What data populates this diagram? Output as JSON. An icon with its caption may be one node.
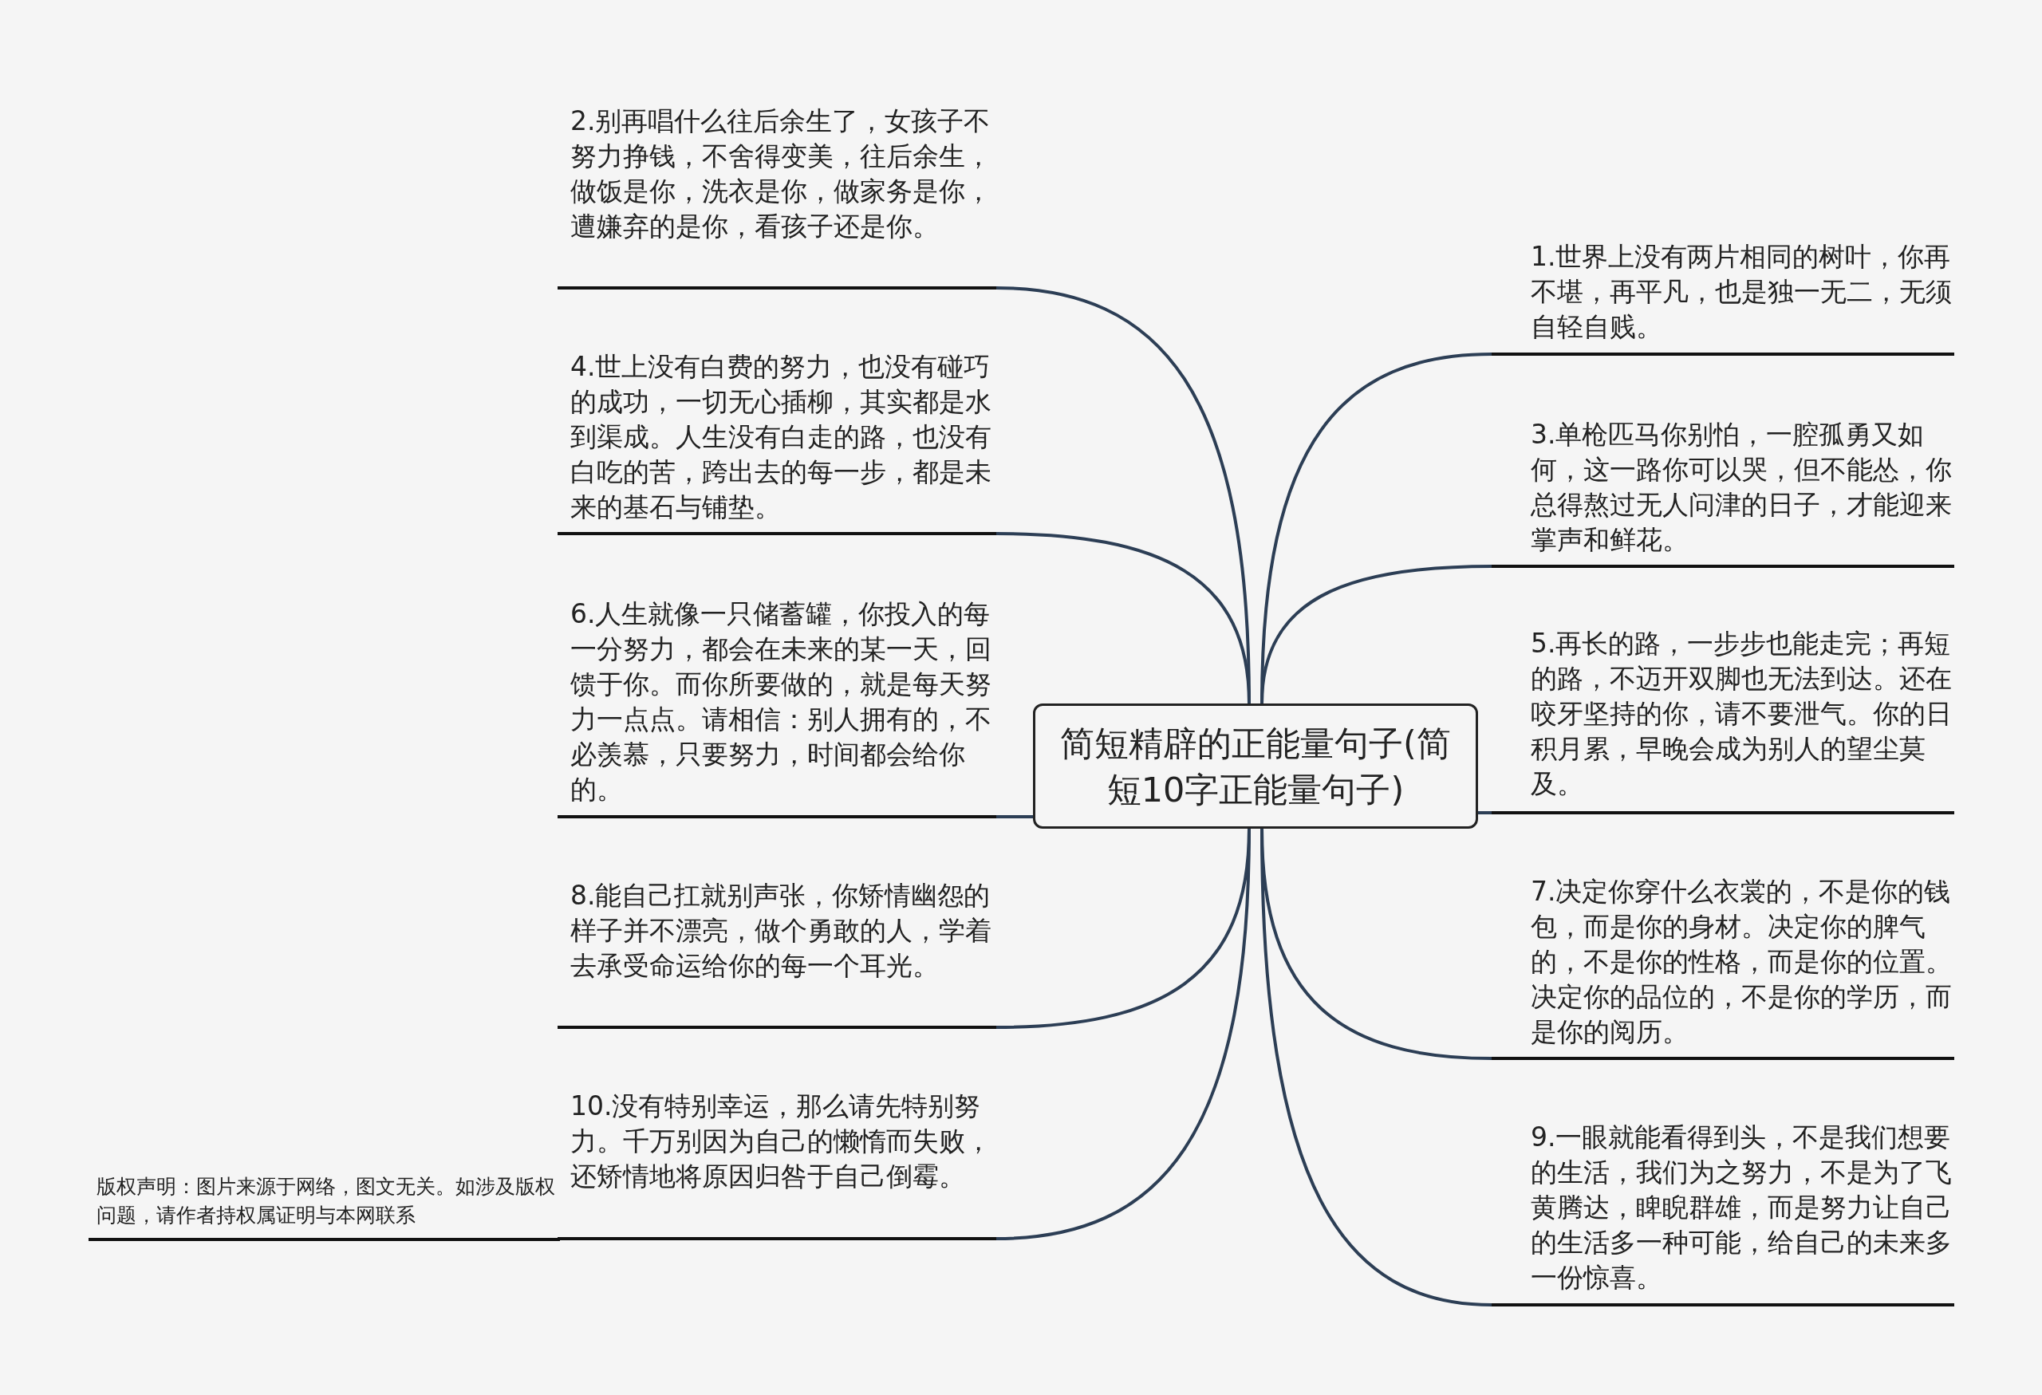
{
  "diagram": {
    "nodes": [
      {
        "text": [
          "简短精辟的正能量句子(简短10字正能量句子)"
        ]
      },
      {
        "text": [
          "1.世界上没有两片相同的树叶，你再不堪，再平凡，也是独一无二，无须自轻自贱。"
        ]
      },
      {
        "text": [
          "2.别再唱什么往后余生了，女孩子不努力挣钱，不舍得变美，往后余生，做饭是你，洗衣是你，做家务是你，遭嫌弃的是你，看孩子还是你。"
        ]
      },
      {
        "text": [
          "3.单枪匹马你别怕，一腔孤勇又如何，这一路你可以哭，但不能怂，你总得熬过无人问津的日子，才能迎来掌声和鲜花。"
        ]
      },
      {
        "text": [
          "4.世上没有白费的努力，也没有碰巧的成功，一切无心插柳，其实都是水到渠成。人生没有白走的路，也没有白吃的苦，跨出去的每一步，都是未来的基石与铺垫。"
        ]
      },
      {
        "text": [
          "5.再长的路，一步步也能走完；再短的路，不迈开双脚也无法到达。还在咬牙坚持的你，请不要泄气。你的日积月累，早晚会成为别人的望尘莫及。"
        ]
      },
      {
        "text": [
          "6.人生就像一只储蓄罐，你投入的每一分努力，都会在未来的某一天，回馈于你。而你所要做的，就是每天努力一点点。请相信：别人拥有的，不必羡慕，只要努力，时间都会给你的。"
        ]
      },
      {
        "text": [
          "7.决定你穿什么衣裳的，不是你的钱包，而是你的身材。决定你的脾气的，不是你的性格，而是你的位置。决定你的品位的，不是你的学历，而是你的阅历。"
        ]
      },
      {
        "text": [
          "8.能自己扛就别声张，你矫情幽怨的样子并不漂亮，做个勇敢的人，学着去承受命运给你的每一个耳光。"
        ]
      },
      {
        "text": [
          "9.一眼就能看得到头，不是我们想要的生活，我们为之努力，不是为了飞黄腾达，睥睨群雄，而是努力让自己的生活多一种可能，给自己的未来多一份惊喜。"
        ]
      },
      {
        "text": [
          "10.没有特别幸运，那么请先特别努力。千万别因为自己的懒惰而失败，还矫情地将原因归咎于自己倒霉。"
        ]
      }
    ],
    "edges": [
      {
        "from": 0,
        "to": 1,
        "arrow": "none"
      },
      {
        "from": 0,
        "to": 2,
        "arrow": "none"
      },
      {
        "from": 0,
        "to": 3,
        "arrow": "none"
      },
      {
        "from": 0,
        "to": 4,
        "arrow": "none"
      },
      {
        "from": 0,
        "to": 5,
        "arrow": "none"
      },
      {
        "from": 0,
        "to": 6,
        "arrow": "none"
      },
      {
        "from": 0,
        "to": 7,
        "arrow": "none"
      },
      {
        "from": 0,
        "to": 8,
        "arrow": "none"
      },
      {
        "from": 0,
        "to": 9,
        "arrow": "none"
      },
      {
        "from": 0,
        "to": 10,
        "arrow": "none"
      }
    ],
    "labels": [
      "版权声明：图片来源于网络，图文无关。如涉及版权问题，请作者持权属证明与本网联系"
    ]
  }
}
